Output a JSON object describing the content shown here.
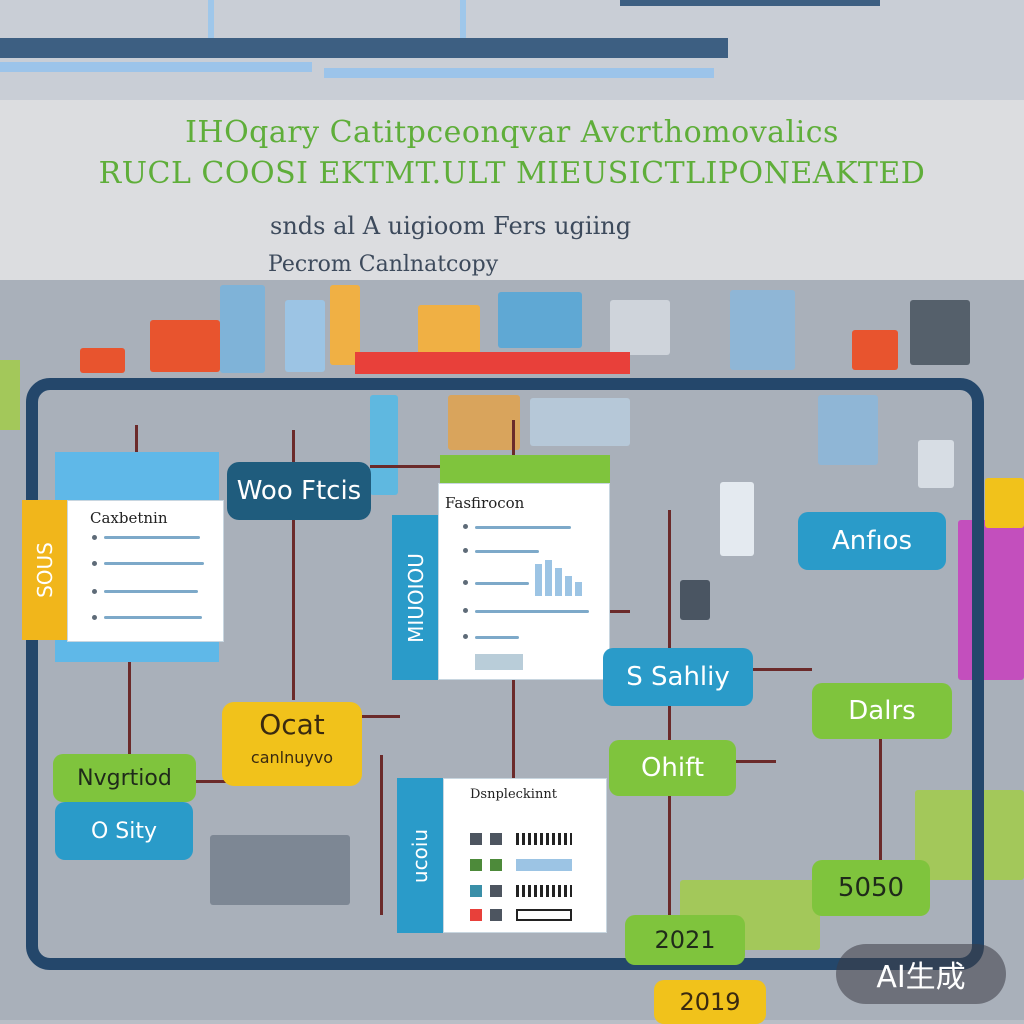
{
  "header": {
    "title_line_1": "IHOqary Catitpceonqvar Avcrthomovalics",
    "title_line_2": "RUCL COOSI EKTMT.ULT MIEUSICTLIPONEAKTED",
    "subtitle_line_1": "snds al A uigioom Fers ugiing",
    "subtitle_line_2": "Pecrom Canlnatcopy"
  },
  "cards": {
    "left_card_title": "Caxbetnin",
    "center_card_title": "Fasfirocon",
    "bottom_card_title": "Dsnpleckinnt"
  },
  "tags": {
    "top_mid": "Woo Ftcis",
    "anfos": "Anfıos",
    "s_sahliy": "S Sahliy",
    "ocat_title": "Ocat",
    "ocat_sub": "canlnuyvo",
    "nvgrtiod": "Nvgrtiod",
    "o_sity": "O Sity",
    "ohift": "Ohift",
    "dairs": "Dalrs",
    "val_5050": "5050",
    "val_2021": "2021",
    "val_2019": "2019"
  },
  "side_tabs": {
    "left_tab": "SOUS",
    "center_tab": "MIUOIOU",
    "bottom_tab": "ucoiu"
  },
  "watermark": "AI生成",
  "colors": {
    "frame": "#24476b",
    "blue_tag": "#2a9bc9",
    "green_tag": "#7fc43d",
    "yellow_tag": "#f1c21b",
    "header_text": "#5fae3a"
  }
}
